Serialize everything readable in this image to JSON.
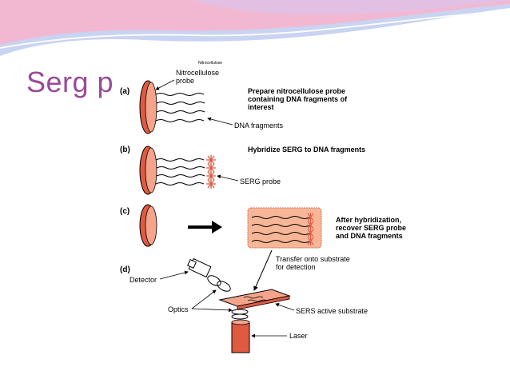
{
  "slide": {
    "title": "Serg p",
    "theme_colors": {
      "title": "#9a4a9a",
      "wave_pink": "#f2b8d2",
      "wave_blue": "#c9d3f2",
      "probe_red": "#e05a40"
    }
  },
  "diagram": {
    "small_caption": "Nitrocellulose",
    "steps": [
      {
        "id": "a",
        "label": "(a)",
        "description": [
          "Prepare nitrocellulose probe",
          "containing DNA fragments of",
          "interest"
        ]
      },
      {
        "id": "b",
        "label": "(b)",
        "description": [
          "Hybridize SERG to DNA fragments"
        ]
      },
      {
        "id": "c",
        "label": "(c)",
        "description": [
          "After hybridization,",
          "recover SERG probe",
          "and DNA fragments"
        ]
      },
      {
        "id": "d",
        "label": "(d)",
        "description": []
      }
    ],
    "labels": {
      "nitrocellulose_probe": [
        "Nitrocellulose",
        "probe"
      ],
      "dna_fragments": "DNA fragments",
      "serg_probe": "SERG probe",
      "transfer": [
        "Transfer onto substrate",
        "for detection"
      ],
      "detector": "Detector",
      "optics": "Optics",
      "sers_substrate": "SERS active substrate",
      "laser": "Laser"
    },
    "icons": [
      "nitrocellulose-disk-icon",
      "dna-strand-icon",
      "serg-star-icon",
      "right-arrow-icon",
      "detector-icon",
      "optics-lens-icon",
      "laser-icon"
    ]
  }
}
